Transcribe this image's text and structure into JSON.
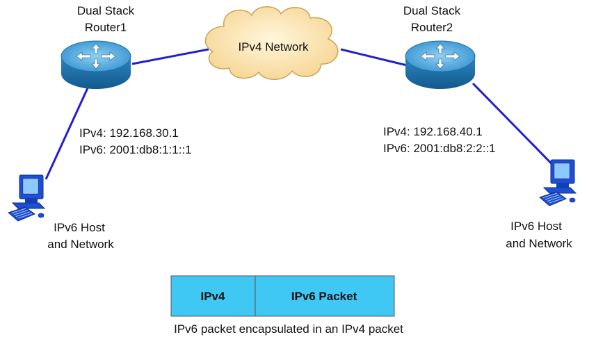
{
  "router1": {
    "label_line1": "Dual Stack",
    "label_line2": "Router1",
    "icon": "router-icon"
  },
  "router2": {
    "label_line1": "Dual Stack",
    "label_line2": "Router2",
    "icon": "router-icon"
  },
  "cloud": {
    "label": "IPv4 Network",
    "icon": "cloud-icon"
  },
  "left_addresses": {
    "ipv4": "IPv4: 192.168.30.1",
    "ipv6": "IPv6: 2001:db8:1:1::1"
  },
  "right_addresses": {
    "ipv4": "IPv4: 192.168.40.1",
    "ipv6": "IPv6: 2001:db8:2:2::1"
  },
  "host_left": {
    "label_line1": "IPv6 Host",
    "label_line2": "and Network",
    "icon": "computer-icon"
  },
  "host_right": {
    "label_line1": "IPv6 Host",
    "label_line2": "and Network",
    "icon": "computer-icon"
  },
  "packet": {
    "header_label": "IPv4",
    "payload_label": "IPv6 Packet",
    "caption": "IPv6 packet encapsulated in an IPv4 packet"
  },
  "colors": {
    "link": "#1f1fd1",
    "router_top": "#3d9fd8",
    "router_side": "#1b6fa8",
    "cloud_fill": "#fbe5b0",
    "cloud_stroke": "#c9a45a",
    "packet_fill": "#40c8f4",
    "computer_blue": "#1d4fd6"
  }
}
